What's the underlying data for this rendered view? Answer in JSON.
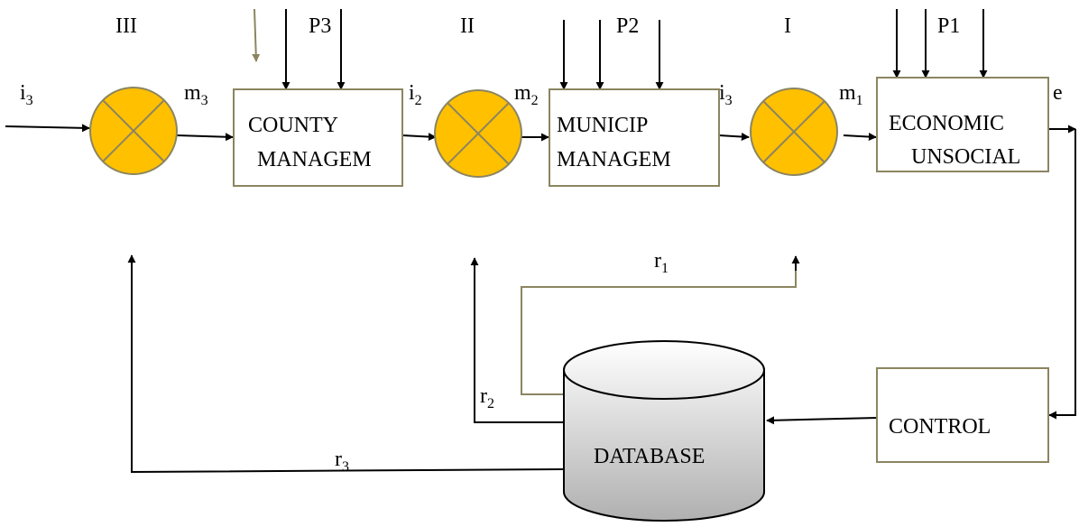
{
  "stage_labels": {
    "stage3": "III",
    "stage2": "II",
    "stage1": "I"
  },
  "disturbances": {
    "p3": "P3",
    "p2": "P2",
    "p1": "P1"
  },
  "signals": {
    "input": {
      "base": "i",
      "sub": "3"
    },
    "m3": {
      "base": "m",
      "sub": "3"
    },
    "i2": {
      "base": "i",
      "sub": "2"
    },
    "m2": {
      "base": "m",
      "sub": "2"
    },
    "i3_mid": {
      "base": "i",
      "sub": "3"
    },
    "m1": {
      "base": "m",
      "sub": "1"
    },
    "e": "e",
    "r1": {
      "base": "r",
      "sub": "1"
    },
    "r2": {
      "base": "r",
      "sub": "2"
    },
    "r3": {
      "base": "r",
      "sub": "3"
    }
  },
  "boxes": {
    "county": {
      "line1": "COUNTY",
      "line2": "MANAGEM"
    },
    "municip": {
      "line1": "MUNICIP",
      "line2": "MANAGEM"
    },
    "economic": {
      "line1": "ECONOMIC",
      "line2": "UNSOCIAL"
    },
    "control": "CONTROL",
    "database": "DATABASE"
  },
  "colors": {
    "summing_junction_fill": "#FFC000",
    "box_border": "#8b8560",
    "database_top": "#ffffff",
    "database_bottom": "#b0b0b0"
  }
}
